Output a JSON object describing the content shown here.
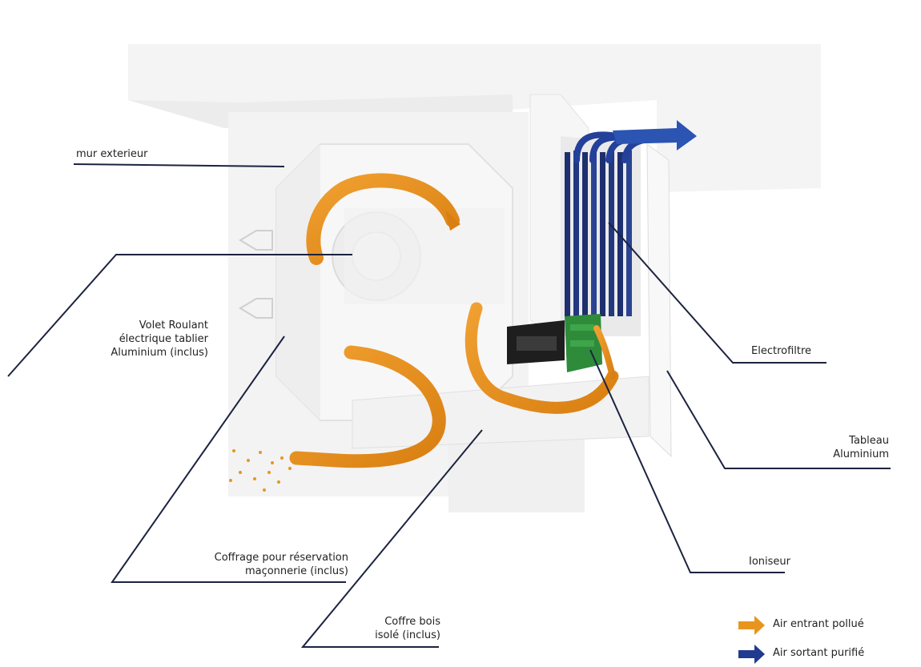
{
  "labels": {
    "mur_exterieur": "mur exterieur",
    "volet": [
      "Volet Roulant",
      "électrique tablier",
      "Aluminium (inclus)"
    ],
    "coffrage": [
      "Coffrage pour réservation",
      "maçonnerie (inclus)"
    ],
    "coffre": [
      "Coffre bois",
      "isolé (inclus)"
    ],
    "electrofiltre": "Electrofiltre",
    "tableau": [
      "Tableau",
      "Aluminium"
    ],
    "ioniseur": "Ioniseur"
  },
  "legend": [
    {
      "label": "Air entrant pollué",
      "color": "#e8951f"
    },
    {
      "label": "Air sortant purifié",
      "color": "#1f3a8f"
    }
  ],
  "colors": {
    "leader_line": "#1c2340",
    "air_in": "#e8951f",
    "air_out": "#1f3a8f",
    "filter_plate": "#1d2f6e",
    "ionizer_board": "#2e8b3a",
    "housing": "#efefef"
  }
}
